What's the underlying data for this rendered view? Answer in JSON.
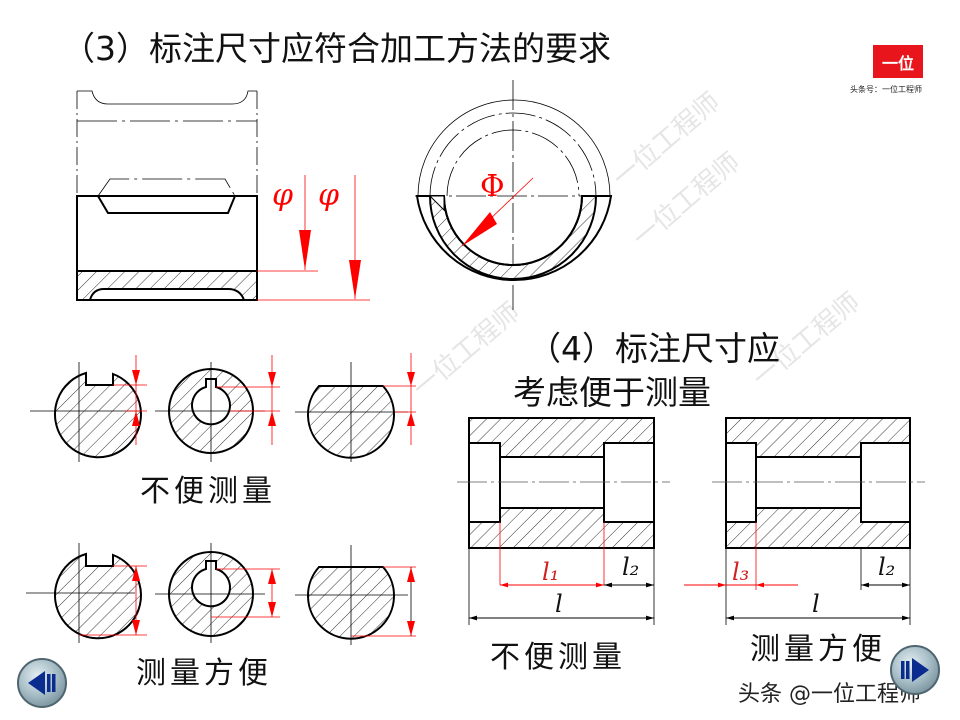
{
  "slide": {
    "section3_title": "（3）标注尺寸应符合加工方法的要求",
    "section4_title_line1": "（4）标注尺寸应",
    "section4_title_line2": "考虑便于测量",
    "left_bottom": {
      "caption_inconvenient": "不便测量",
      "caption_convenient": "测量方便"
    },
    "right_bottom": {
      "caption_inconvenient": "不便测量",
      "caption_convenient": "测量方便",
      "dimension_labels": {
        "l1": "l₁",
        "l2_left": "l₂",
        "l_left": "l",
        "l3": "l₃",
        "l2_right": "l₂",
        "l_right": "l"
      }
    },
    "dimension_symbols": {
      "phi_1": "φ",
      "phi_2": "φ",
      "phi_circle": "Φ"
    }
  },
  "branding": {
    "logo_text": "一位",
    "logo_caption": "头条号：一位工程师",
    "credit": "头条 @一位工程师",
    "watermark": "一位工程师",
    "accent_color": "#e8161c"
  },
  "navigation": {
    "prev_label": "previous-slide",
    "next_label": "next-slide"
  },
  "colors": {
    "line": "#000000",
    "dimension": "#ff0000",
    "background": "#ffffff"
  }
}
